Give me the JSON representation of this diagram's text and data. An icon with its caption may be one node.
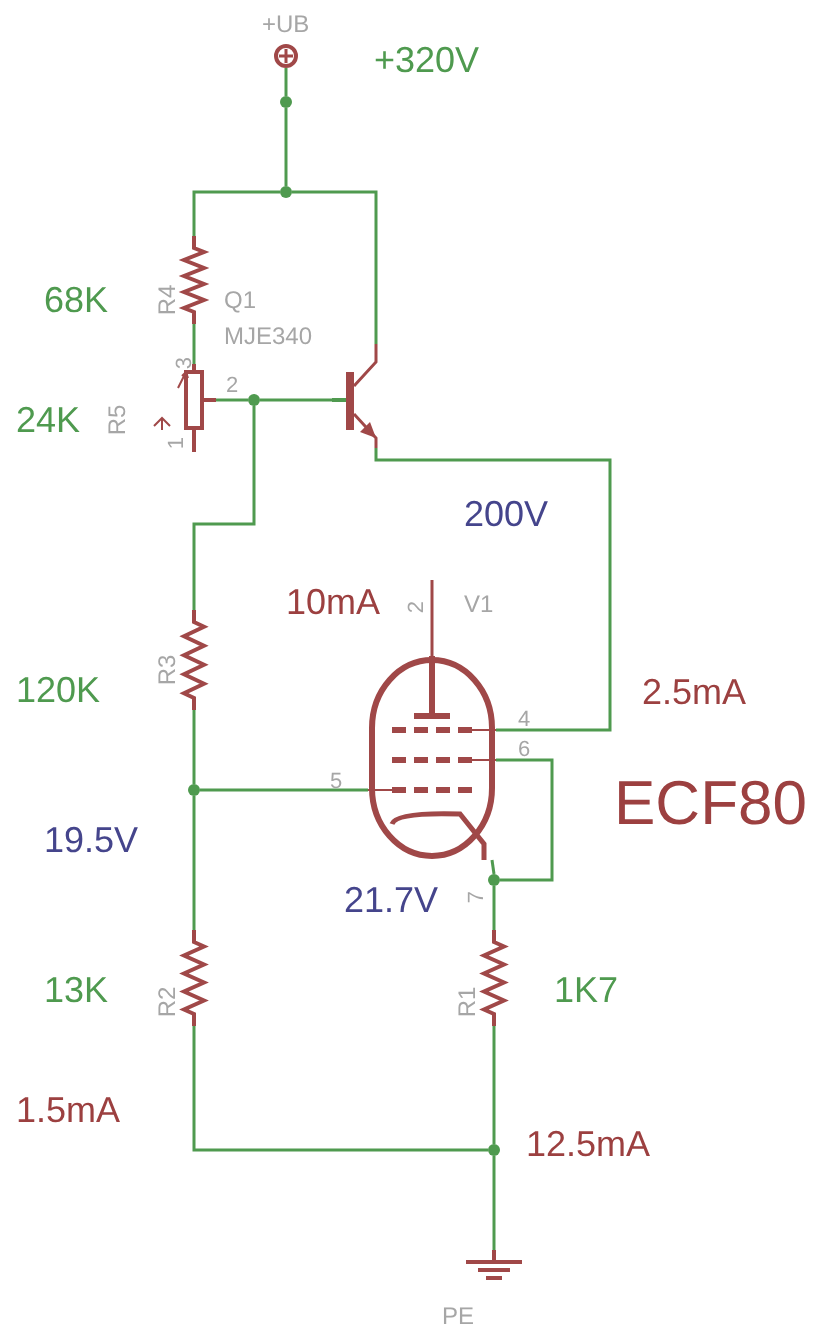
{
  "diagram": {
    "nodes": [
      {
        "text": [],
        "shape": "circle",
        "beside": [
          "+UB",
          "+320V"
        ]
      },
      {
        "text": [],
        "shape": "dot"
      },
      {
        "text": [],
        "shape": "dot"
      },
      {
        "text": [],
        "shape": "resistor",
        "beside": [
          "R4",
          "68K"
        ]
      },
      {
        "text": [],
        "shape": "potentiometer",
        "beside": [
          "R5",
          "24K"
        ]
      },
      {
        "text": [],
        "shape": "dot"
      },
      {
        "text": [],
        "shape": "transistor",
        "beside": [
          "Q1",
          "MJE340"
        ]
      },
      {
        "text": [],
        "shape": "resistor",
        "beside": [
          "R3",
          "120K"
        ]
      },
      {
        "text": [],
        "shape": "dot"
      },
      {
        "text": [],
        "shape": "tube",
        "beside": [
          "V1",
          "ECF80"
        ]
      },
      {
        "text": [],
        "shape": "dot"
      },
      {
        "text": [],
        "shape": "resistor",
        "beside": [
          "R2",
          "13K"
        ]
      },
      {
        "text": [],
        "shape": "resistor",
        "beside": [
          "R1",
          "1K7"
        ]
      },
      {
        "text": [],
        "shape": "dot"
      },
      {
        "text": [],
        "shape": "ground",
        "beside": [
          "PE"
        ]
      }
    ],
    "edges": [
      {
        "from": 0,
        "to": 1,
        "arrow": "none"
      },
      {
        "from": 1,
        "to": 2,
        "arrow": "none"
      },
      {
        "from": 2,
        "to": 3,
        "arrow": "none"
      },
      {
        "from": 2,
        "to": 6,
        "arrow": "none"
      },
      {
        "from": 3,
        "to": 4,
        "arrow": "none"
      },
      {
        "from": 4,
        "to": 5,
        "arrow": "none"
      },
      {
        "from": 5,
        "to": 6,
        "arrow": "none"
      },
      {
        "from": 5,
        "to": 7,
        "arrow": "none"
      },
      {
        "from": 6,
        "to": 9,
        "arrow": "none"
      },
      {
        "from": 7,
        "to": 8,
        "arrow": "none"
      },
      {
        "from": 8,
        "to": 9,
        "arrow": "none"
      },
      {
        "from": 8,
        "to": 11,
        "arrow": "none"
      },
      {
        "from": 9,
        "to": 10,
        "arrow": "none"
      },
      {
        "from": 9,
        "to": 10,
        "arrow": "none"
      },
      {
        "from": 10,
        "to": 12,
        "arrow": "none"
      },
      {
        "from": 12,
        "to": 13,
        "arrow": "none"
      },
      {
        "from": 11,
        "to": 13,
        "arrow": "none"
      },
      {
        "from": 13,
        "to": 14,
        "arrow": "none"
      },
      {
        "from": 9,
        "to": null,
        "arrow": "none",
        "color": "#a04848"
      }
    ],
    "labels": [
      "3",
      "2",
      "1",
      "200V",
      "10mA",
      "2",
      "2.5mA",
      "4",
      "6",
      "5",
      "19.5V",
      "21.7V",
      "7",
      "1.5mA",
      "12.5mA"
    ]
  }
}
